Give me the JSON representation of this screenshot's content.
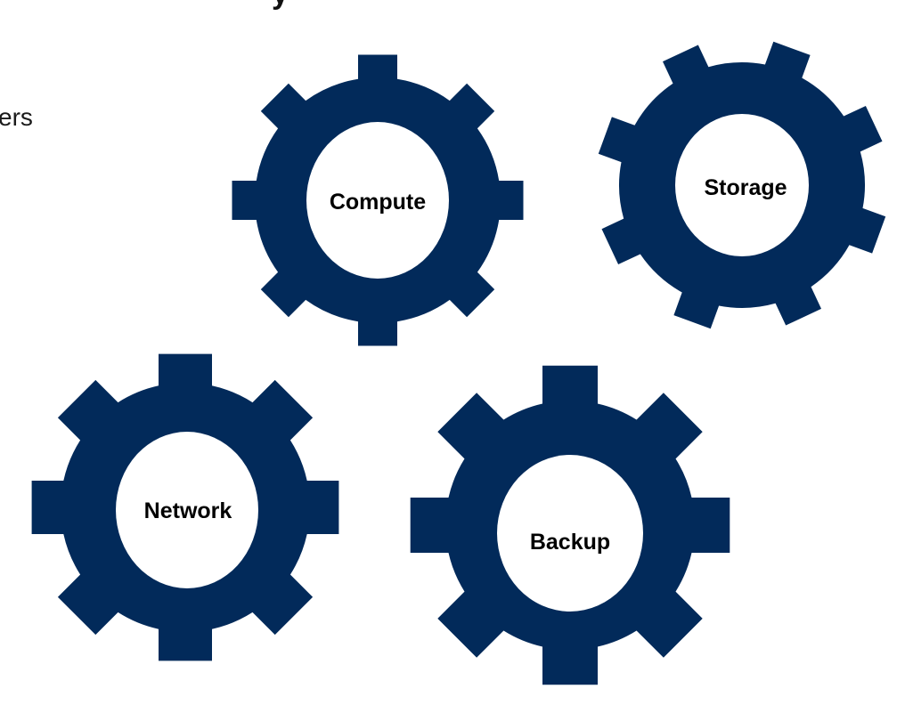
{
  "slide": {
    "title_fragment": "y",
    "body_fragment": "ers"
  },
  "colors": {
    "gear": "#022a5a",
    "hub": "#ffffff",
    "label": "#000000"
  },
  "gears": [
    {
      "id": "compute",
      "label": "Compute"
    },
    {
      "id": "storage",
      "label": "Storage"
    },
    {
      "id": "network",
      "label": "Network"
    },
    {
      "id": "backup",
      "label": "Backup"
    }
  ]
}
